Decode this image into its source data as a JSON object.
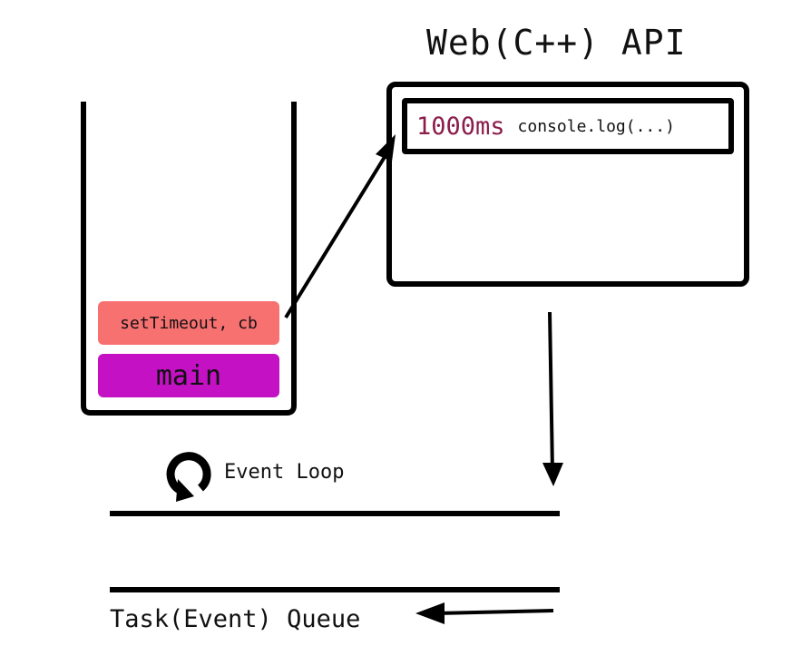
{
  "web_api": {
    "title": "Web(C++) API",
    "timer": {
      "delay": "1000ms",
      "callback": "console.log(...)"
    }
  },
  "call_stack": {
    "frames": [
      {
        "label": "setTimeout, cb",
        "color": "#f87171"
      },
      {
        "label": "main",
        "color": "#c311c3"
      }
    ]
  },
  "event_loop": {
    "label": "Event Loop",
    "icon": "refresh-loop-icon"
  },
  "task_queue": {
    "label": "Task(Event) Queue"
  },
  "colors": {
    "stroke": "#000000",
    "delay_text": "#8b1d4a"
  }
}
